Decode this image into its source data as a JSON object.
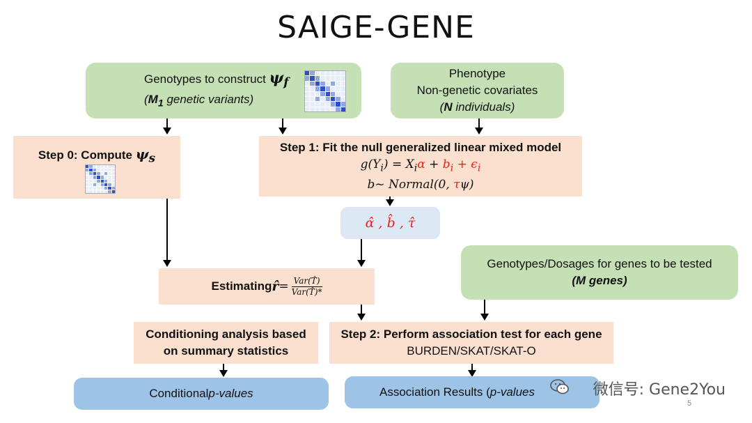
{
  "title": "SAIGE-GENE",
  "genotypes_box": {
    "line1": "Genotypes to construct ",
    "psi_symbol": "ψ",
    "psi_sub": "f",
    "line2_bold": "M",
    "line2_sub": "1",
    "line2_rest": " genetic variants)"
  },
  "phenotype_box": {
    "line1": "Phenotype",
    "line2": "Non-genetic covariates",
    "line3_bold": "N",
    "line3_rest": " individuals)"
  },
  "step0_box": {
    "label": "Step 0: Compute ",
    "psi_symbol": "ψ",
    "psi_sub": "s"
  },
  "step1_box": {
    "label": "Step 1: Fit the null generalized linear mixed model",
    "eq1_left": "g(Y",
    "eq1_i": "i",
    "eq1_mid": ") = X",
    "eq1_alpha": "α",
    "eq1_plus1": " + ",
    "eq1_b": "b",
    "eq1_plus2": " + ",
    "eq1_eps": "ϵ",
    "eq2_left": "b~ Normal(0, ",
    "eq2_tau": "τ",
    "eq2_right": "ψ)"
  },
  "estimates_box": {
    "text": "α̂ , b̂ , τ̂"
  },
  "estimating_box": {
    "label": "Estimating ",
    "r_hat": "r̂",
    "equals": " = ",
    "numerator": "Var(T̂)",
    "denominator": "Var(T̂)*"
  },
  "genes_box": {
    "line1": "Genotypes/Dosages for genes to be tested",
    "line2": "(M genes)"
  },
  "conditioning_box": {
    "line1": "Conditioning analysis based",
    "line2": "on summary statistics"
  },
  "step2_box": {
    "line1": "Step 2: Perform association test for each gene",
    "line2": "BURDEN/SKAT/SKAT-O"
  },
  "conditional_box": {
    "text": "Conditional ",
    "ital": "p-values"
  },
  "association_box": {
    "text": "Association Results (",
    "ital": "p-values"
  },
  "watermark": "微信号: Gene2You",
  "page_number": "5"
}
